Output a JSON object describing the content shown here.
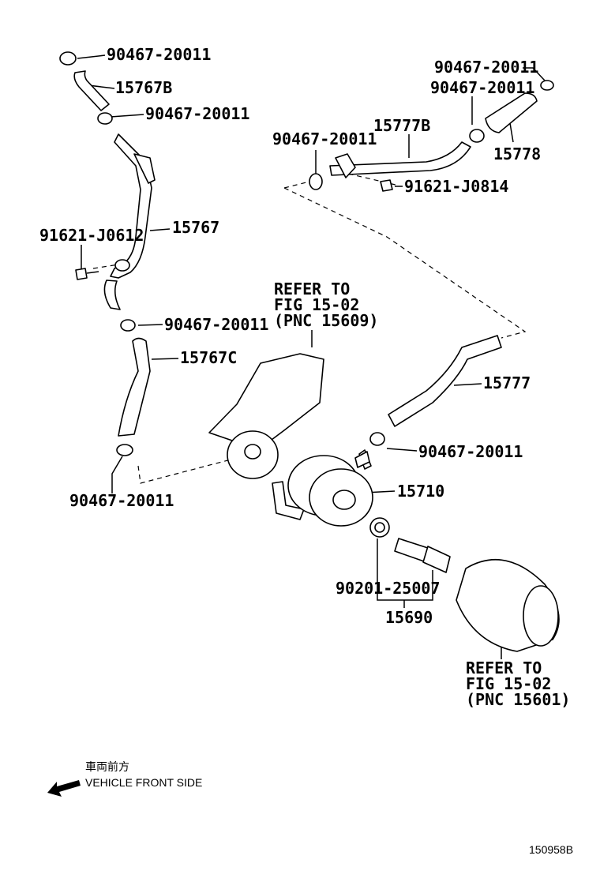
{
  "labels": {
    "clamp_a": "90467-20011",
    "hose_15767b": "15767B",
    "clamp_b": "90467-20011",
    "clamp_c": "90467-20011",
    "clamp_d": "90467-20011",
    "pipe_15777b": "15777B",
    "hose_15778": "15778",
    "clamp_e": "90467-20011",
    "bolt_j0814": "91621-J0814",
    "bolt_j0612": "91621-J0612",
    "hose_15767": "15767",
    "clamp_f": "90467-20011",
    "hose_15767c": "15767C",
    "hose_15777": "15777",
    "clamp_g": "90467-20011",
    "clamp_h": "90467-20011",
    "cooler_15710": "15710",
    "gasket_90201": "90201-25007",
    "union_15690": "15690"
  },
  "refer_1": {
    "line1": "REFER TO",
    "line2": "FIG 15-02",
    "line3": "(PNC 15609)"
  },
  "refer_2": {
    "line1": "REFER TO",
    "line2": "FIG 15-02",
    "line3": "(PNC 15601)"
  },
  "direction": {
    "jp": "車両前方",
    "en": "VEHICLE FRONT SIDE"
  },
  "figure_id": "150958B"
}
